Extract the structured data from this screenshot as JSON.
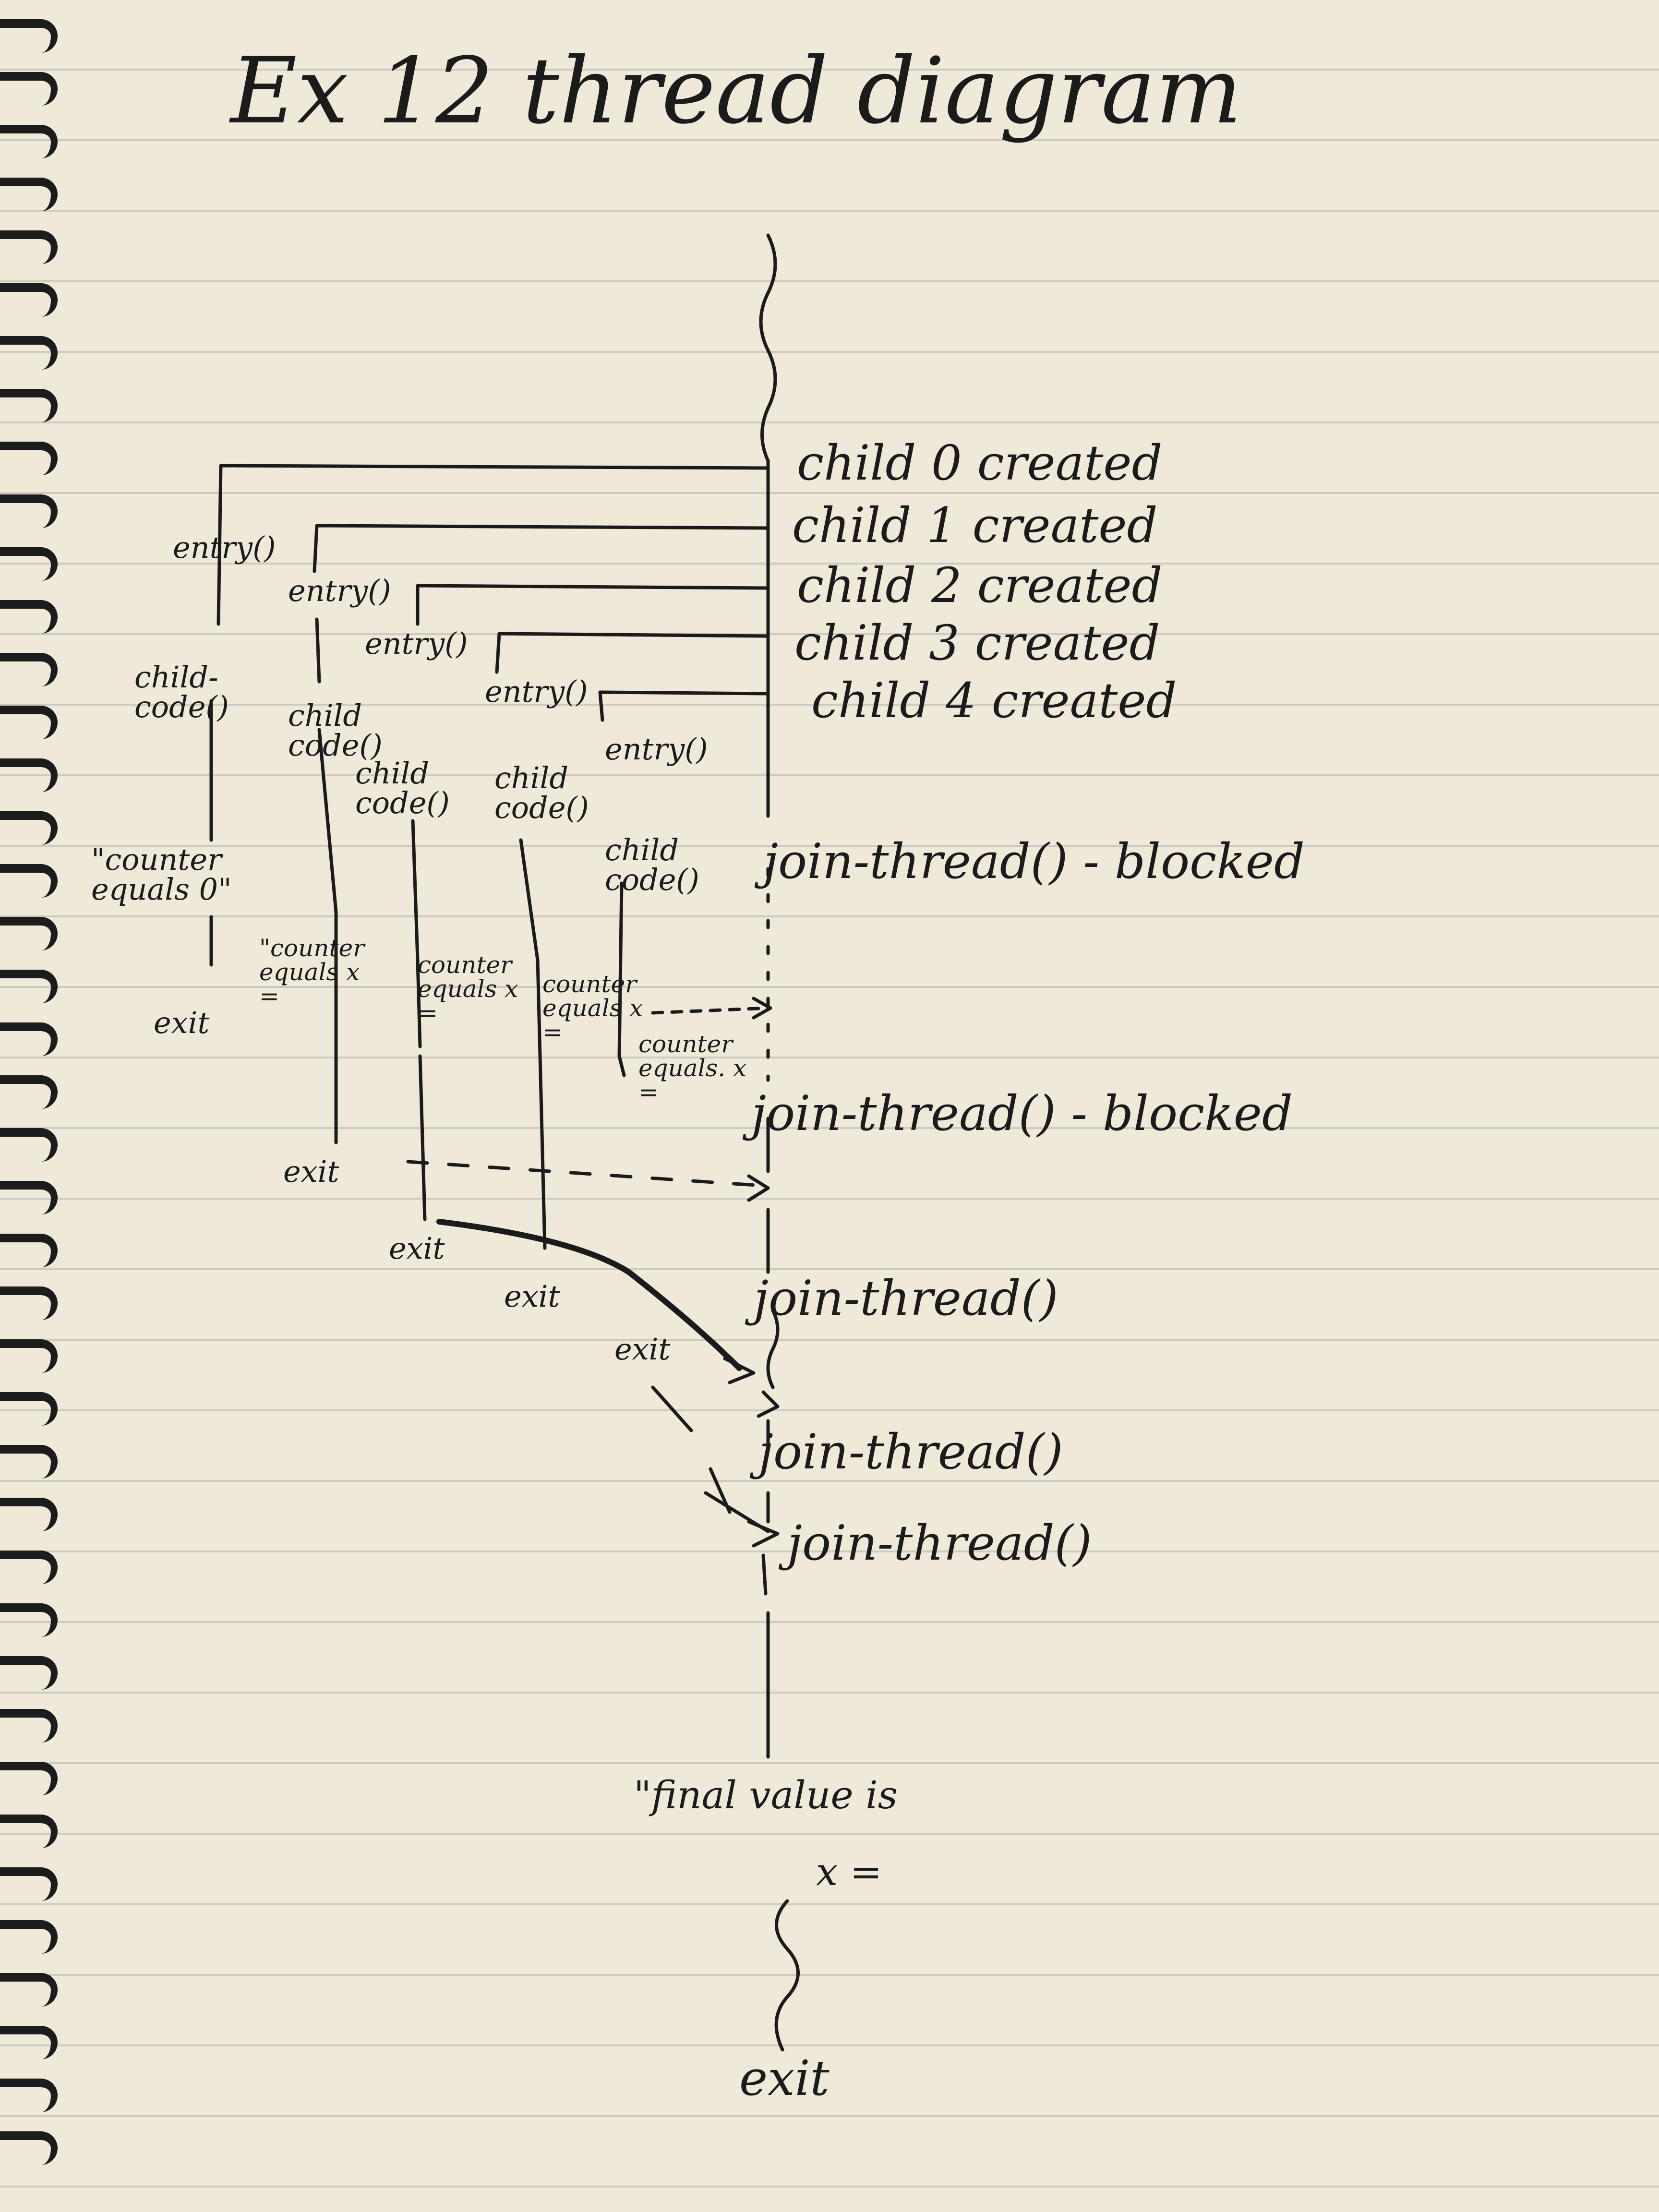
{
  "title": "Ex 12 thread diagram",
  "main": {
    "created": [
      "child 0 created",
      "child 1 created",
      "child 2 created",
      "child 3 created",
      "child 4 created"
    ],
    "joins": [
      "join-thread() - blocked",
      "join-thread() - blocked",
      "join-thread()",
      "join-thread()",
      "join-thread()"
    ],
    "final_value": "\"final value is",
    "final_x": "x =",
    "exit": "exit"
  },
  "children": [
    {
      "entry": "entry()",
      "code": "child-code()",
      "msg": "\"counter equals 0\"",
      "exit": "exit"
    },
    {
      "entry": "entry()",
      "code": "child code()",
      "msg": "\"counter equals x =",
      "exit": "exit"
    },
    {
      "entry": "entry()",
      "code": "child code()",
      "msg": "counter equals x =",
      "exit": "exit"
    },
    {
      "entry": "entry()",
      "code": "child code()",
      "msg": "counter equals x =",
      "exit": "exit"
    },
    {
      "entry": "entry()",
      "code": "child code()",
      "msg": "counter equals. x =",
      "exit": "exit"
    }
  ]
}
